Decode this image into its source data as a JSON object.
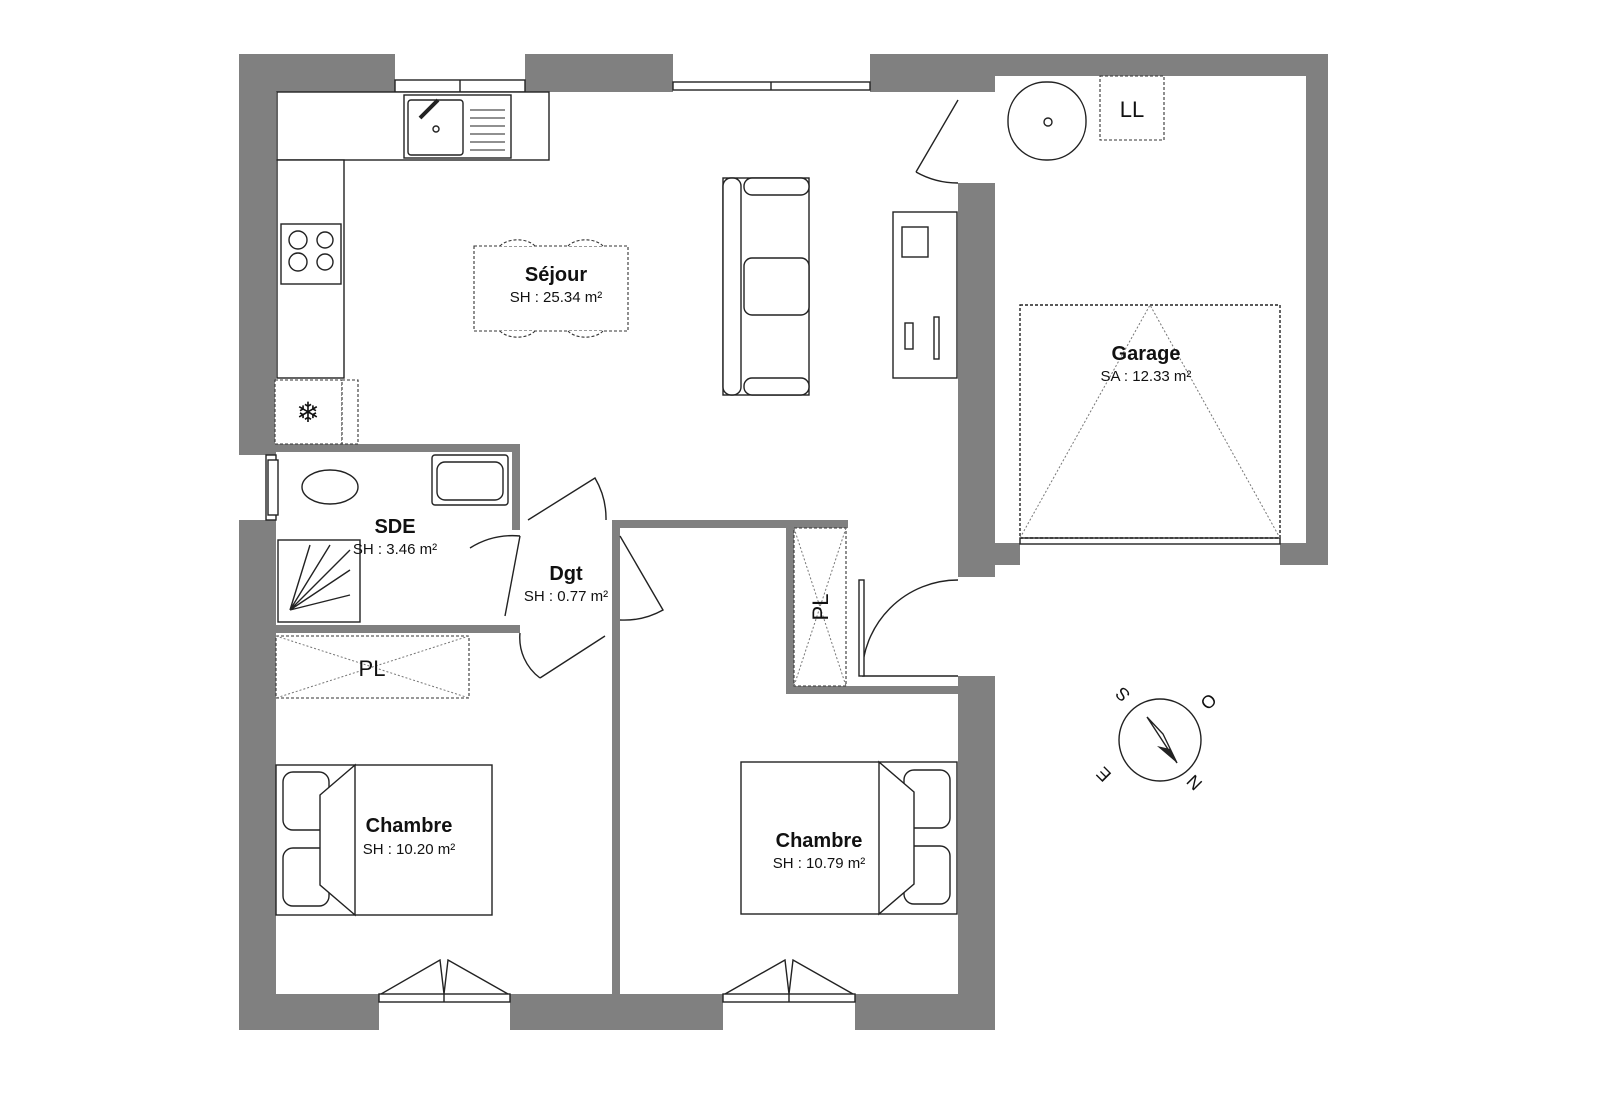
{
  "plan": {
    "rooms": [
      {
        "name": "Séjour",
        "area": "SH : 25.34 m²"
      },
      {
        "name": "Garage",
        "area": "SA : 12.33 m²"
      },
      {
        "name": "SDE",
        "area": "SH : 3.46 m²"
      },
      {
        "name": "Dgt",
        "area": "SH : 0.77 m²"
      },
      {
        "name": "Chambre",
        "area": "SH : 10.20 m²"
      },
      {
        "name": "Chambre",
        "area": "SH : 10.79 m²"
      }
    ],
    "labels": {
      "laundry": "LL",
      "closet_1": "PL",
      "closet_2": "PL"
    },
    "compass": {
      "s": "S",
      "o": "O",
      "n": "N",
      "e": "E"
    },
    "colors": {
      "wall": "#808080",
      "line": "#222222"
    }
  }
}
